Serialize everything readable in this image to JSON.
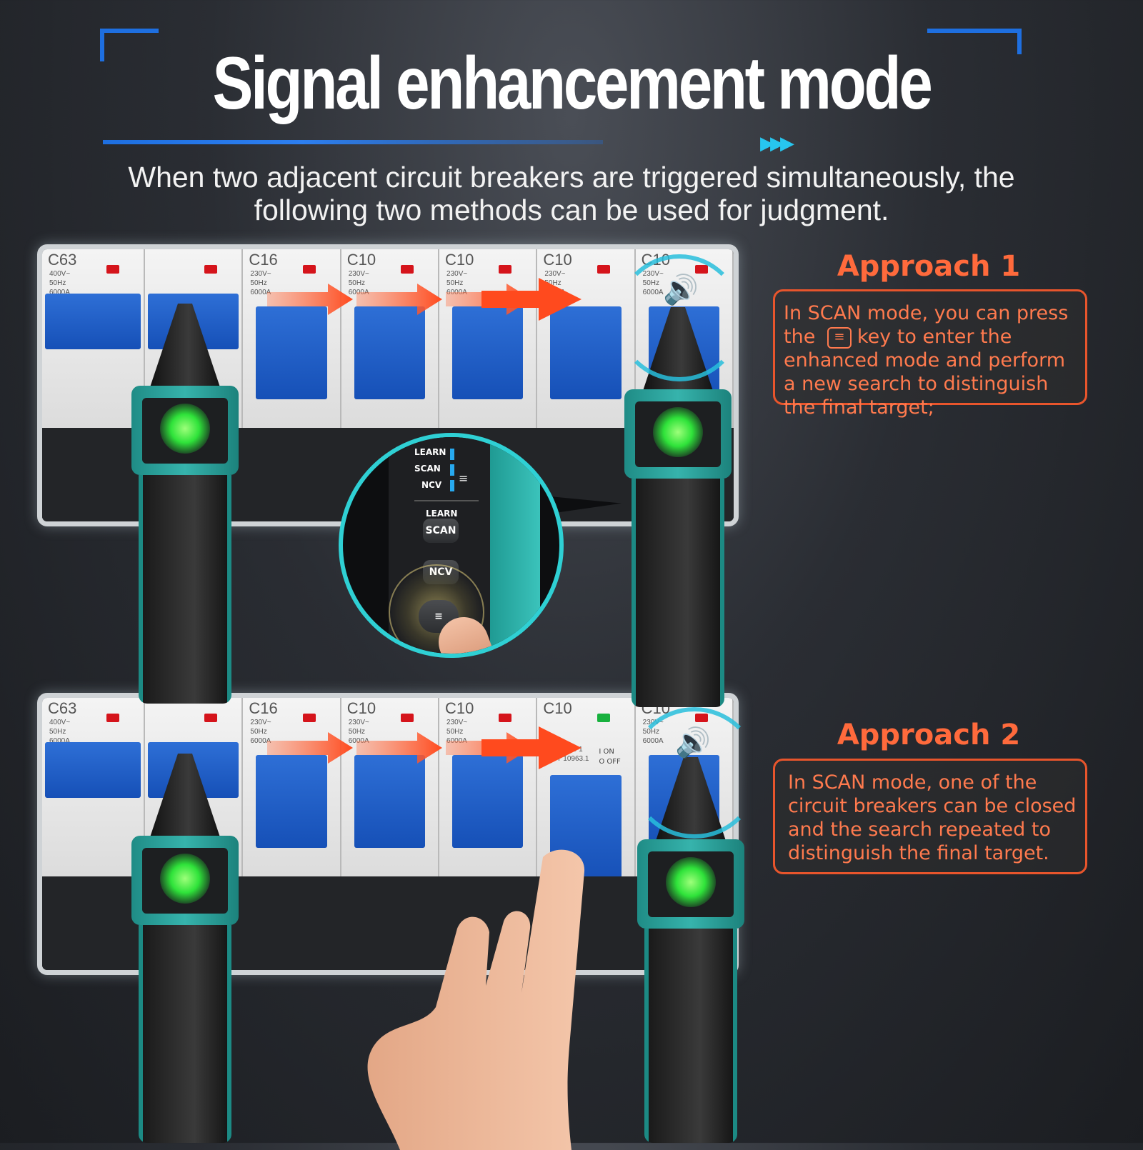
{
  "header": {
    "title": "Signal enhancement mode",
    "subtitle_line1": "When two adjacent circuit breakers are triggered simultaneously, the",
    "subtitle_line2": "following two methods can be used for judgment."
  },
  "breaker_labels": {
    "c63": "C63",
    "c16": "C16",
    "c10": "C10",
    "spec_c63": "400V~\n50Hz\n6000A",
    "spec_230": "230V~\n50Hz\n6000A",
    "spec_switch": "IEC60898-1\nGB/T 10963.1",
    "on": "I ON",
    "off": "O OFF"
  },
  "zoom": {
    "learn_small": "LEARN",
    "scan_small": "SCAN",
    "ncv_small": "NCV",
    "learn_label": "LEARN",
    "scan_button": "SCAN",
    "ncv_button": "NCV"
  },
  "approach1": {
    "title": "Approach 1",
    "text_before_icon": "In SCAN mode, you can press the",
    "text_after_icon": "key to enter the enhanced mode and perform a new search to distinguish the final target;"
  },
  "approach2": {
    "title": "Approach 2",
    "text": "In SCAN mode, one of the circuit breakers can be closed and the search repeated to distinguish the final target."
  },
  "colors": {
    "accent_orange": "#ff6a3c",
    "brand_teal": "#2fd0d4",
    "breaker_blue": "#1e5fd0",
    "led_green": "#2fe33a",
    "indicator_red": "#d5141b"
  },
  "icons": [
    "filter-key-icon",
    "speaker-icon",
    "signal-wave-icon",
    "arrow-icon"
  ]
}
